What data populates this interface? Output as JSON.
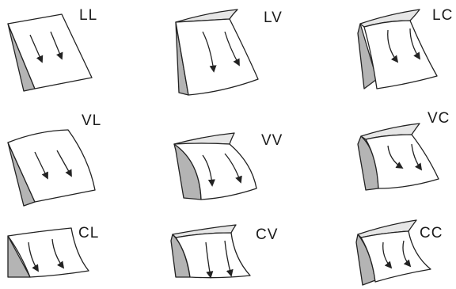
{
  "shapes": [
    {
      "label": "LL"
    },
    {
      "label": "LV"
    },
    {
      "label": "LC"
    },
    {
      "label": "VL"
    },
    {
      "label": "VV"
    },
    {
      "label": "VC"
    },
    {
      "label": "CL"
    },
    {
      "label": "CV"
    },
    {
      "label": "CC"
    }
  ]
}
